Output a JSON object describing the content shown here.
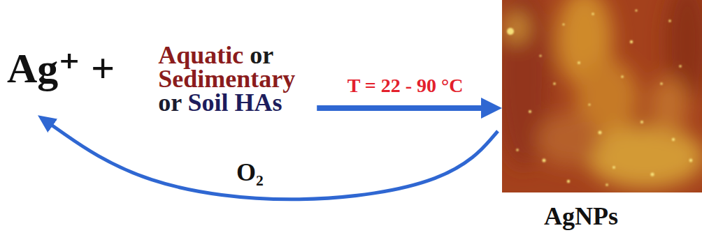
{
  "diagram": {
    "nodes": [
      {
        "text": [
          "Ag⁺ +",
          "Aquatic or Sedimentary or Soil HAs"
        ]
      },
      {
        "text": [
          "AgNPs"
        ]
      }
    ],
    "edges": [
      {
        "from": 0,
        "to": 1,
        "arrow": "to",
        "label": "T = 22 - 90 °C"
      },
      {
        "from": 1,
        "to": 0,
        "arrow": "to",
        "label": "O₂"
      }
    ]
  }
}
